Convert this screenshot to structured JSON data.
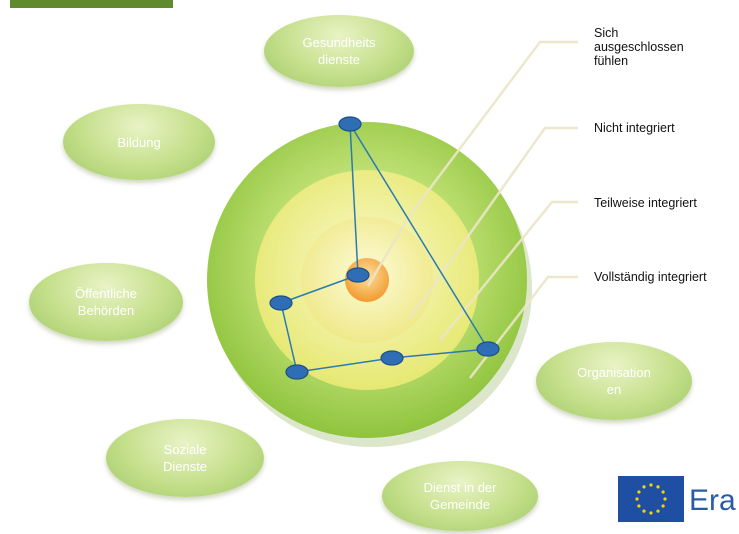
{
  "levels": [
    "Sich\nausgeschlossen\nfühlen",
    "Nicht integriert",
    "Teilweise integriert",
    "Vollständig integriert"
  ],
  "bubbles": [
    "Gesundheits\ndienste",
    "Bildung",
    "Öffentliche\nBehörden",
    "Soziale\nDienste",
    "Dienst in der\nGemeinde",
    "Organisation\nen"
  ],
  "brand": "Era",
  "colors": {
    "header_bar": "#5f8a2e",
    "bubble": "#c4df8a",
    "outer_ring": "#a8d05a",
    "inner_ring": "#f2ef9a",
    "core": "#f7a940",
    "marker": "#2f6db5",
    "network_line": "#2b7ab0",
    "eu_blue": "#1f4fa3",
    "eu_star": "#f6d400"
  }
}
